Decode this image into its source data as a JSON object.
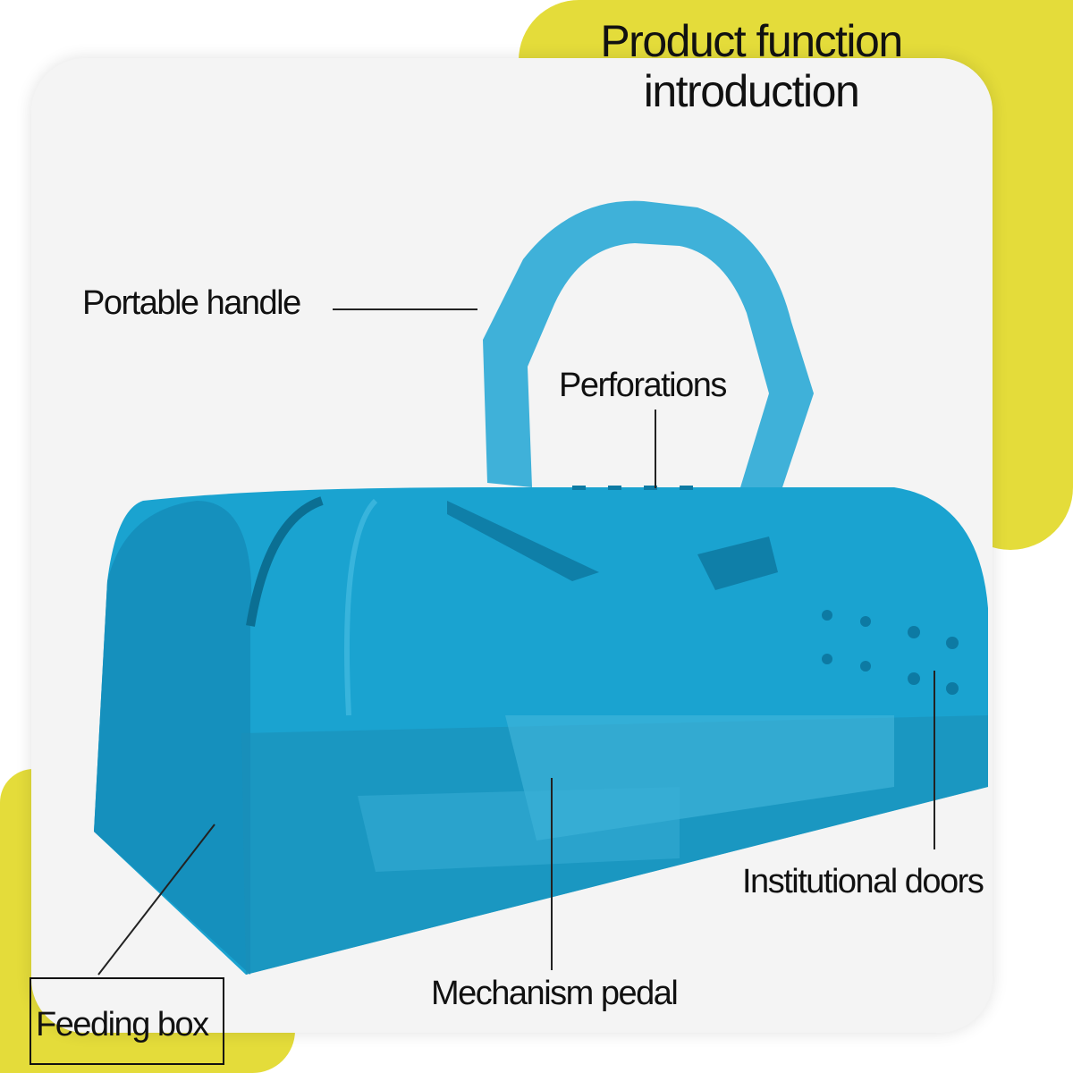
{
  "title": {
    "line1": "Product function",
    "line2": "introduction"
  },
  "labels": {
    "portable_handle": "Portable handle",
    "perforations": "Perforations",
    "institutional_doors": "Institutional doors",
    "mechanism_pedal": "Mechanism pedal",
    "feeding_box": "Feeding box"
  },
  "colors": {
    "accent_yellow": "#e4dc3a",
    "trap_blue": "#1aa3d0"
  }
}
